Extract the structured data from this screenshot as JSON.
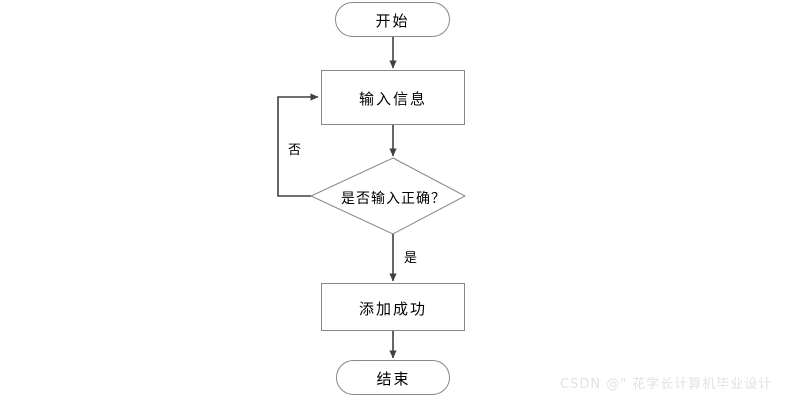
{
  "diagram": {
    "type": "flowchart",
    "title": "",
    "orientation": "top-to-bottom",
    "background_color": "#ffffff",
    "node_border_color": "#888888",
    "connector_color": "#404040",
    "text_color": "#000000",
    "nodes": [
      {
        "id": "start",
        "shape": "terminator",
        "label": "开始"
      },
      {
        "id": "input",
        "shape": "process",
        "label": "输入信息"
      },
      {
        "id": "decision",
        "shape": "decision",
        "label": "是否输入正确？"
      },
      {
        "id": "success",
        "shape": "process",
        "label": "添加成功"
      },
      {
        "id": "end",
        "shape": "terminator",
        "label": "结束"
      }
    ],
    "edges": [
      {
        "from": "start",
        "to": "input",
        "label": ""
      },
      {
        "from": "input",
        "to": "decision",
        "label": ""
      },
      {
        "from": "decision",
        "to": "input",
        "label": "否"
      },
      {
        "from": "decision",
        "to": "success",
        "label": "是"
      },
      {
        "from": "success",
        "to": "end",
        "label": ""
      }
    ]
  },
  "watermark": {
    "text": "CSDN @\" 花学长计算机毕业设计",
    "color": "#e2e2e2"
  }
}
